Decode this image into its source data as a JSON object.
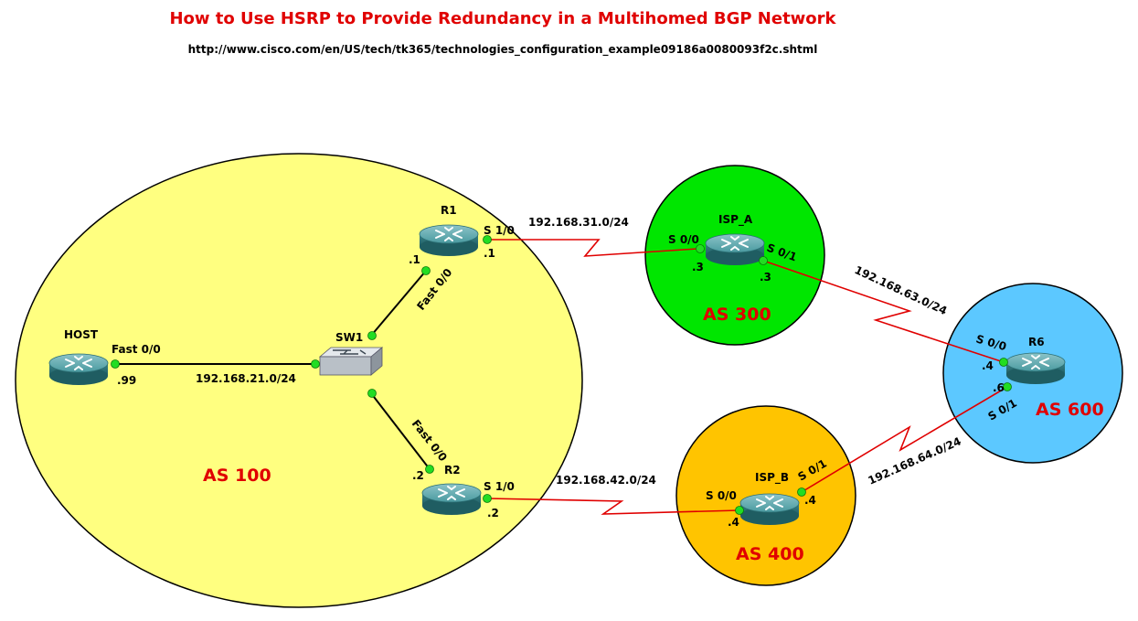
{
  "title": "How to Use HSRP to Provide Redundancy in a Multihomed BGP Network",
  "url": "http://www.cisco.com/en/US/tech/tk365/technologies_configuration_example09186a0080093f2c.shtml",
  "colors": {
    "as100": "#ffff80",
    "as300": "#00e600",
    "as400": "#ffc400",
    "as600": "#5cc8ff",
    "serial_link": "#e00000",
    "ethernet_link": "#000000",
    "port_dot": "#22dd22",
    "router": "#3f8f95"
  },
  "areas": {
    "as100": "AS 100",
    "as300": "AS 300",
    "as400": "AS 400",
    "as600": "AS 600"
  },
  "devices": {
    "host": "HOST",
    "sw1": "SW1",
    "r1": "R1",
    "r2": "R2",
    "isp_a": "ISP_A",
    "isp_b": "ISP_B",
    "r6": "R6"
  },
  "networks": {
    "host_sw1": "192.168.21.0/24",
    "r1_ispa": "192.168.31.0/24",
    "r2_ispb": "192.168.42.0/24",
    "ispa_r6": "192.168.63.0/24",
    "ispb_r6": "192.168.64.0/24"
  },
  "interfaces": {
    "host_fa": "Fast 0/0",
    "host_ip": ".99",
    "r1_fa": "Fast 0/0",
    "r1_fa_ip": ".1",
    "r1_s": "S 1/0",
    "r1_s_ip": ".1",
    "r2_fa": "Fast 0/0",
    "r2_fa_ip": ".2",
    "r2_s": "S 1/0",
    "r2_s_ip": ".2",
    "ispa_s0": "S 0/0",
    "ispa_s0_ip": ".3",
    "ispa_s1": "S 0/1",
    "ispa_s1_ip": ".3",
    "ispb_s0": "S 0/0",
    "ispb_s0_ip": ".4",
    "ispb_s1": "S 0/1",
    "ispb_s1_ip": ".4",
    "r6_s0": "S 0/0",
    "r6_s0_ip": ".4",
    "r6_s1": "S 0/1",
    "r6_s1_ip": ".6"
  }
}
